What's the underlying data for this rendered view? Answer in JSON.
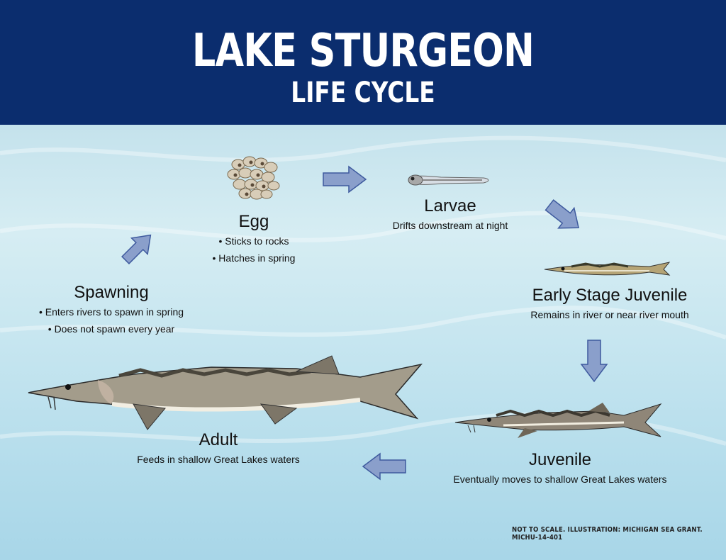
{
  "header": {
    "title": "LAKE STURGEON",
    "subtitle": "LIFE CYCLE"
  },
  "stages": {
    "egg": {
      "name": "Egg",
      "bullets": [
        "• Sticks to rocks",
        "• Hatches in spring"
      ]
    },
    "larvae": {
      "name": "Larvae",
      "desc": "Drifts downstream at night"
    },
    "early_juvenile": {
      "name": "Early Stage Juvenile",
      "desc": "Remains in river or near river mouth"
    },
    "juvenile": {
      "name": "Juvenile",
      "desc": "Eventually moves to shallow Great Lakes waters"
    },
    "adult": {
      "name": "Adult",
      "desc": "Feeds in shallow Great Lakes waters"
    },
    "spawning": {
      "name": "Spawning",
      "bullets": [
        "• Enters rivers to spawn in spring",
        "• Does not spawn every year"
      ]
    }
  },
  "credit": "NOT TO SCALE.  ILLUSTRATION: MICHIGAN SEA GRANT.  MICHU-14-401",
  "colors": {
    "header": "#0b2d6e",
    "arrow_fill": "#8a9fcb",
    "arrow_stroke": "#3e5a9e",
    "water": "#c4e2ec"
  }
}
